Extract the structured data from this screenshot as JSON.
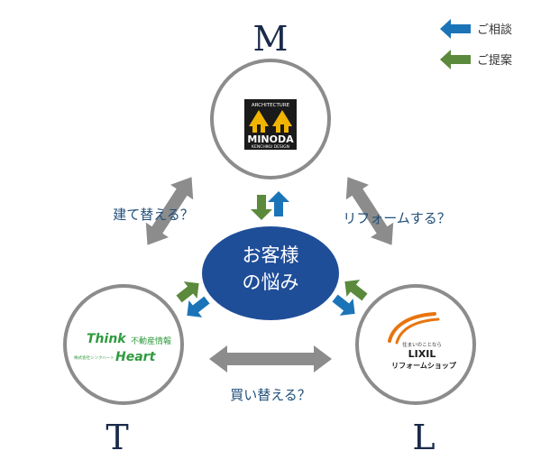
{
  "legend": [
    {
      "label": "ご相談",
      "color": "#1b74b8"
    },
    {
      "label": "ご提案",
      "color": "#5b8a3c"
    }
  ],
  "corners": {
    "top": "M",
    "left": "T",
    "right": "L"
  },
  "center": {
    "line1": "お客様",
    "line2": "の悩み",
    "fill": "#1f4e99"
  },
  "edges": {
    "left": "建て替える？",
    "right": "リフォームする？",
    "bottom": "買い替える？"
  },
  "minoda_logo": {
    "top_text": "ARCHITECTURE",
    "main_text": "MINODA",
    "sub_text": "KENCHIKU DESIGN"
  },
  "think_logo": {
    "word1": "Think",
    "word2": "Heart",
    "tagline": "不動産情報",
    "small": "株式会社シンクハート"
  },
  "lixil_logo": {
    "tagline": "住まいのことなら",
    "brand": "LIXIL",
    "shop": "リフォームショップ"
  },
  "colors": {
    "circle_stroke": "#8c8c8c",
    "double_arrow": "#8c8c8c",
    "consult": "#1b74b8",
    "propose": "#5b8a3c",
    "think_green": "#2f9a3e",
    "lixil_orange": "#e8740f"
  }
}
